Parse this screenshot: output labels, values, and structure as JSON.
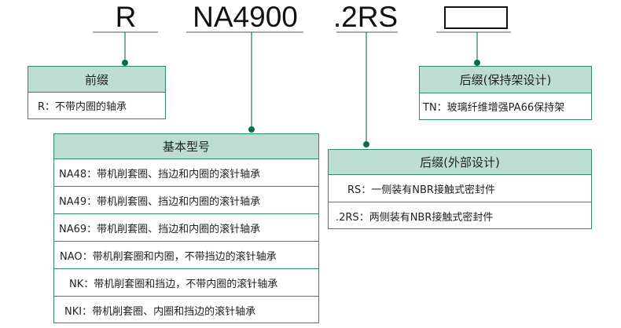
{
  "codes": {
    "prefix": "R",
    "basic": "NA4900",
    "suffix": ".2RS"
  },
  "colors": {
    "header_bg": "#bddcd2",
    "border": "#2f8a6a",
    "connector": "#0d6e4e"
  },
  "prefix_box": {
    "title": "前缀",
    "rows": [
      "R：不带内圈的轴承"
    ]
  },
  "basic_box": {
    "title": "基本型号",
    "rows": [
      "NA48：带机削套圈、挡边和内圈的滚针轴承",
      "NA49：带机削套圈、挡边和内圈的滚针轴承",
      "NA69：带机削套圈、挡边和内圈的滚针轴承",
      "NAO：带机削套圈和内圈，不带挡边的滚针轴承",
      "NK：带机削套圈和挡边，不带内圈的滚针轴承",
      "NKI：带机削套圈、内圈和挡边的滚针轴承"
    ]
  },
  "seal_box": {
    "title": "后缀(外部设计)",
    "rows": [
      "RS：一侧装有NBR接触式密封件",
      ".2RS：两侧装有NBR接触式密封件"
    ]
  },
  "cage_box": {
    "title": "后缀(保持架设计)",
    "rows": [
      "TN：玻璃纤维增强PA66保持架"
    ]
  }
}
